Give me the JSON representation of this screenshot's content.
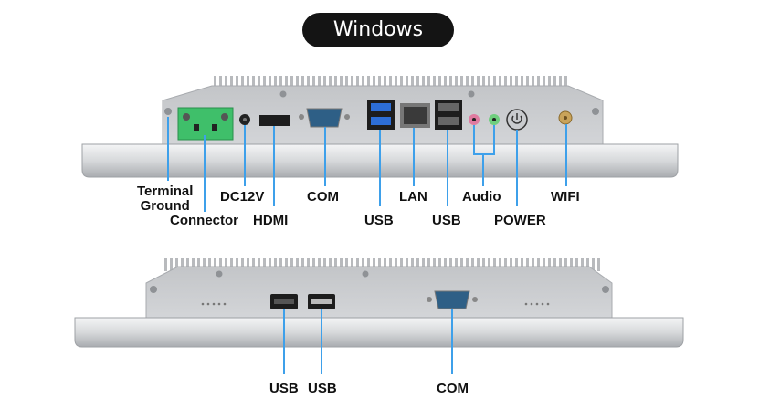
{
  "title": "Windows",
  "colors": {
    "pointer_line": "#3ea0ea",
    "panel": "#c9cbce",
    "bezel": "#e2e4e6",
    "title_bg": "#141414"
  },
  "top_view": {
    "labels": {
      "terminal_ground": [
        "Terminal",
        "Ground"
      ],
      "connector": "Connector",
      "dc12v": "DC12V",
      "hdmi": "HDMI",
      "com": "COM",
      "usb_a": "USB",
      "lan": "LAN",
      "usb_b": "USB",
      "audio": "Audio",
      "power": "POWER",
      "wifi": "WIFI"
    }
  },
  "bottom_view": {
    "labels": {
      "usb_1": "USB",
      "usb_2": "USB",
      "com": "COM"
    }
  }
}
